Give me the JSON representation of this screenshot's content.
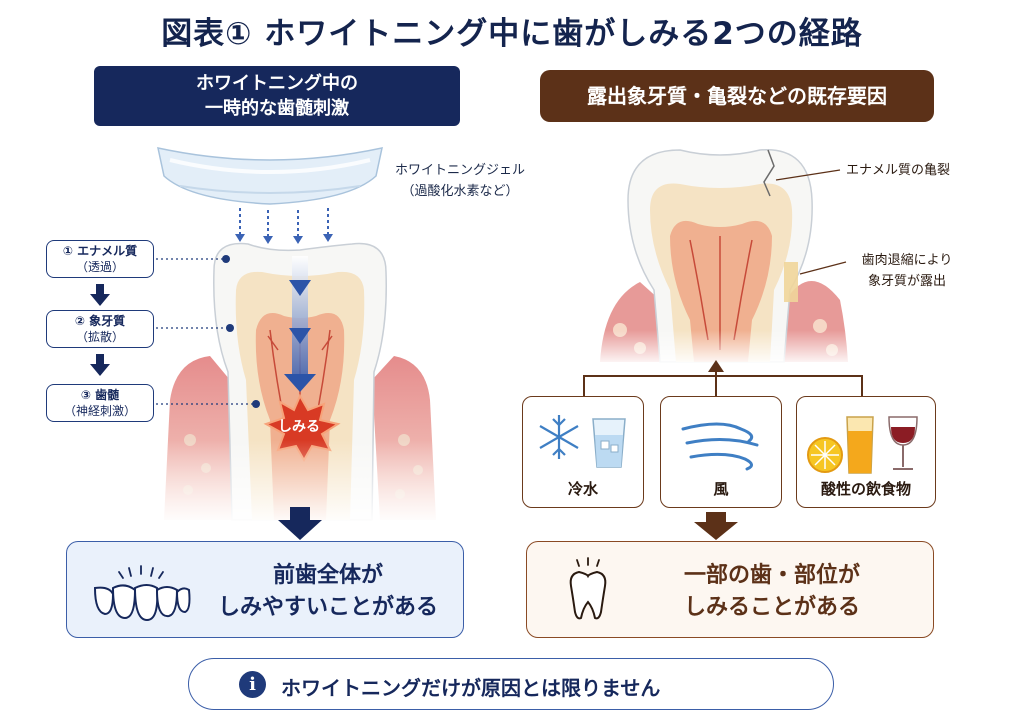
{
  "title": "図表① ホワイトニング中に歯がしみる2つの経路",
  "left": {
    "header_line1": "ホワイトニング中の",
    "header_line2": "一時的な歯髄刺激",
    "gel_line1": "ホワイトニングジェル",
    "gel_line2": "（過酸化水素など）",
    "steps": [
      {
        "label": "① エナメル質",
        "sub": "（透過）"
      },
      {
        "label": "② 象牙質",
        "sub": "（拡散）"
      },
      {
        "label": "③ 歯髄",
        "sub": "（神経刺激）"
      }
    ],
    "burst_label": "しみる",
    "result_line1": "前歯全体が",
    "result_line2": "しみやすいことがある"
  },
  "right": {
    "header": "露出象牙質・亀裂などの既存要因",
    "ann_crack": "エナメル質の亀裂",
    "ann_recession_line1": "歯肉退縮により",
    "ann_recession_line2": "象牙質が露出",
    "stimuli": [
      {
        "label": "冷水",
        "icon": "snowflake-water-icon"
      },
      {
        "label": "風",
        "icon": "wind-icon"
      },
      {
        "label": "酸性の飲食物",
        "icon": "lemon-juice-wine-icon"
      }
    ],
    "result_line1": "一部の歯・部位が",
    "result_line2": "しみることがある"
  },
  "note": "ホワイトニングだけが原因とは限りません",
  "colors": {
    "navy": "#16285c",
    "brown": "#5c3118",
    "gum": "#e79a98",
    "pulp": "#f0b090",
    "burst": "#d83a24"
  }
}
